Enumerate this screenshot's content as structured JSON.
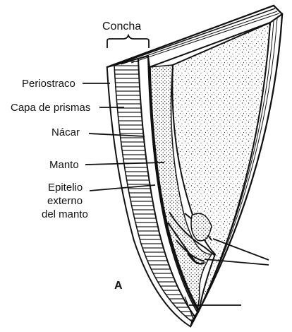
{
  "figure": {
    "labels": {
      "concha": "Concha",
      "periostraco": "Periostraco",
      "capa_de_prismas": "Capa de prismas",
      "nacar": "Nácar",
      "manto": "Manto",
      "epitelio_line1": "Epitelio",
      "epitelio_line2": "externo",
      "epitelio_line3": "del manto",
      "panel": "A"
    }
  }
}
